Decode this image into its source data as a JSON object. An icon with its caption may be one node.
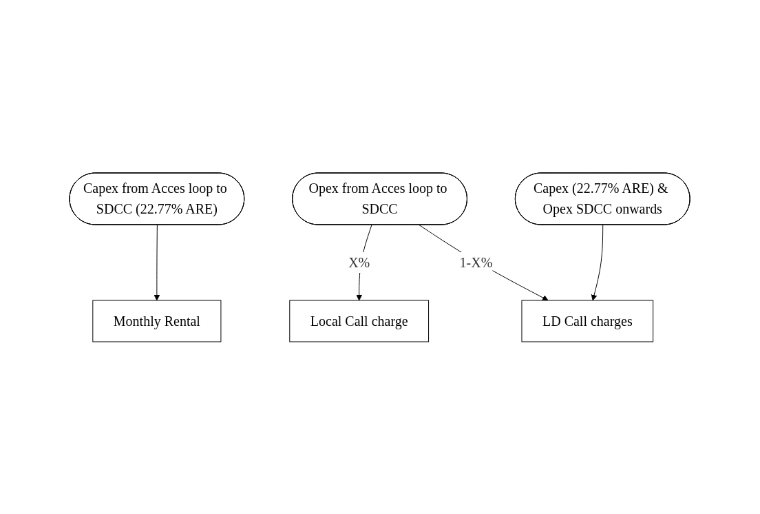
{
  "diagram": {
    "nodes": [
      {
        "text": [
          "Capex from Acces loop to SDCC (22.77% ARE)"
        ]
      },
      {
        "text": [
          "Opex from Acces loop to SDCC"
        ]
      },
      {
        "text": [
          "Monthly Rental"
        ]
      },
      {
        "text": [
          "Local Call charge"
        ]
      },
      {
        "text": [
          "Capex (22.77% ARE) & Opex SDCC onwards"
        ]
      },
      {
        "text": [
          "LD Call charges"
        ]
      }
    ],
    "edges": [
      {
        "from": 0,
        "to": 2,
        "arrow": "to"
      },
      {
        "from": 1,
        "to": 3,
        "arrow": "to",
        "label": "X%"
      },
      {
        "from": 1,
        "to": 5,
        "arrow": "to",
        "label": "1-X%"
      },
      {
        "from": 4,
        "to": 5,
        "arrow": "to"
      }
    ]
  }
}
